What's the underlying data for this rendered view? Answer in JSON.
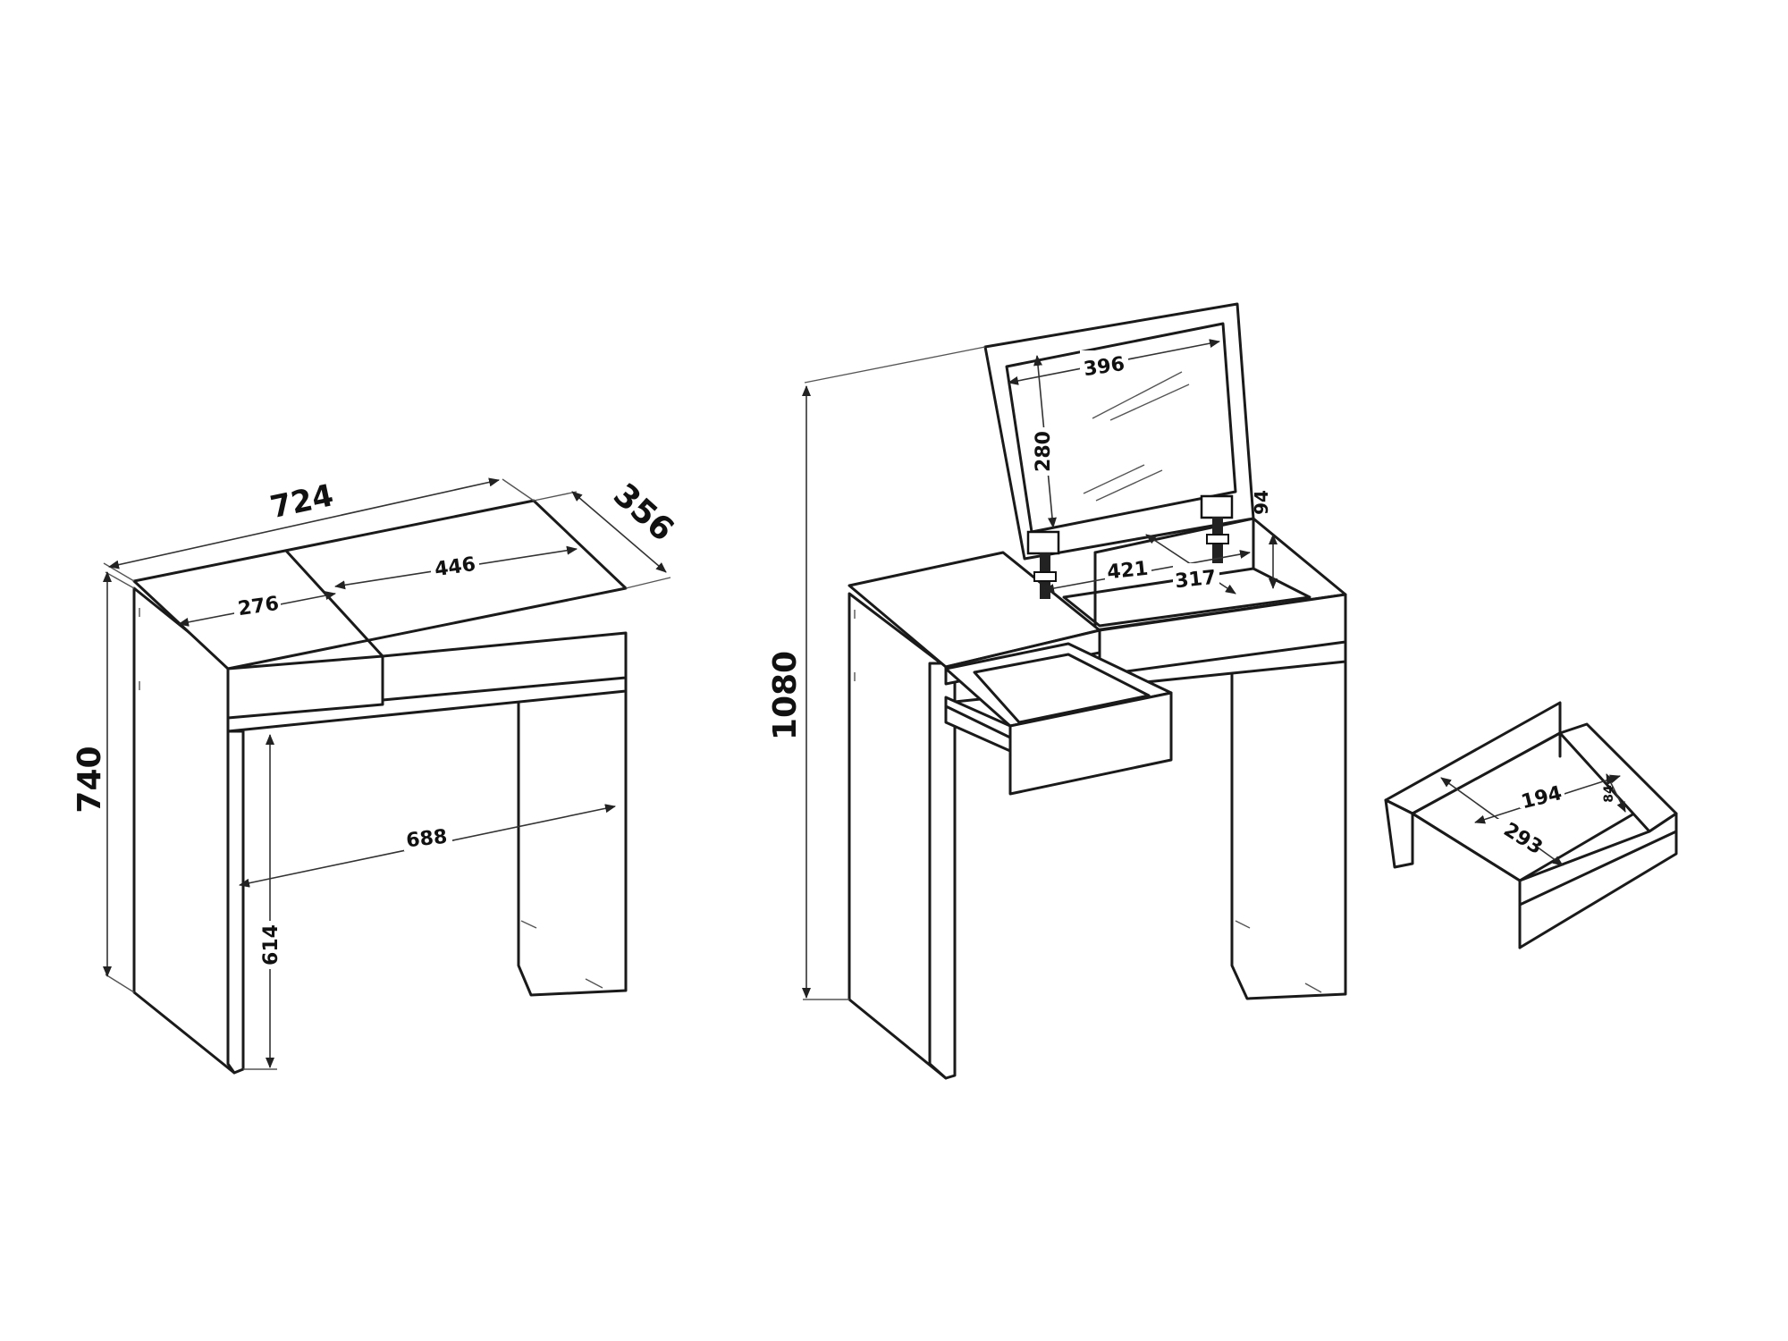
{
  "dimensions": {
    "left_width": "724",
    "left_depth": "356",
    "left_height": "740",
    "left_drawer_front": "276",
    "left_lid": "446",
    "left_leg_span": "688",
    "left_knee_height": "614",
    "right_total_height": "1080",
    "mirror_width": "396",
    "mirror_height": "280",
    "compartment_width": "421",
    "compartment_depth": "317",
    "compartment_height": "94",
    "drawer_width": "194",
    "drawer_depth": "293",
    "drawer_height": "84"
  }
}
